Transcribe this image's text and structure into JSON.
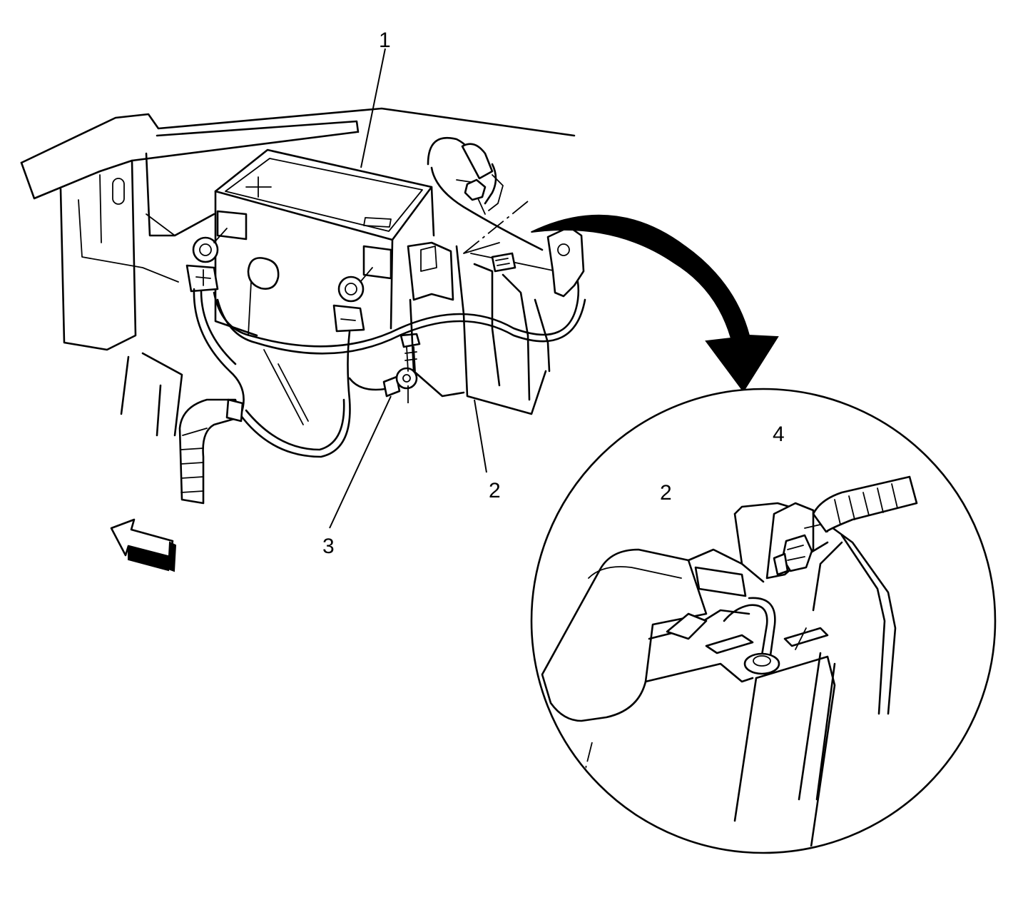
{
  "callouts": {
    "c1": "1",
    "c2": "2",
    "c3": "3",
    "c2_detail": "2",
    "c4": "4"
  },
  "symbols": {
    "positive_mark": "+",
    "negative_mark": "–"
  },
  "icons": {
    "direction_arrow": "arrow-left-icon",
    "detail_arrow": "curved-arrow-icon"
  },
  "colors": {
    "ink": "#000000",
    "paper": "#ffffff"
  }
}
